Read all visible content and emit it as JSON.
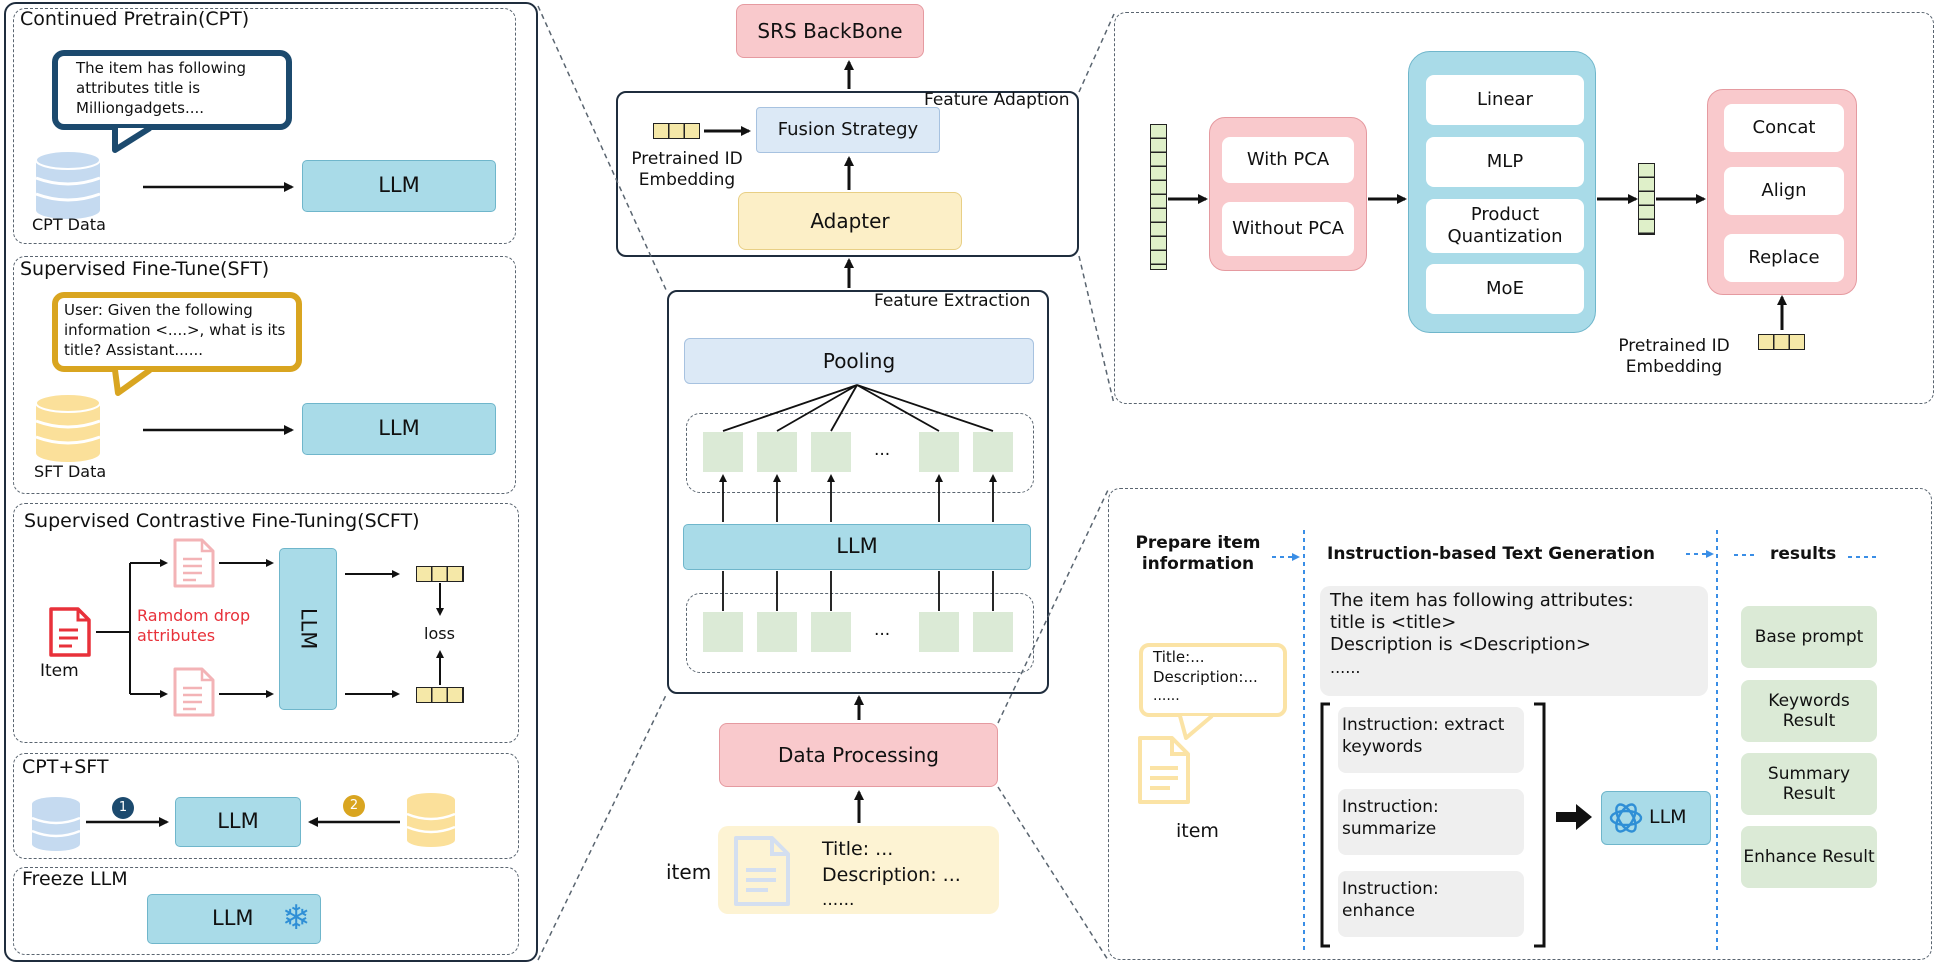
{
  "left": {
    "cpt": {
      "title": "Continued Pretrain(CPT)",
      "bubble": "The item has following attributes title is Milliongadgets....",
      "data_label": "CPT Data",
      "llm": "LLM"
    },
    "sft": {
      "title": "Supervised Fine-Tune(SFT)",
      "bubble": "User: Given the following information <....>, what is its title? Assistant......",
      "data_label": "SFT Data",
      "llm": "LLM"
    },
    "scft": {
      "title": "Supervised Contrastive Fine-Tuning(SCFT)",
      "item_label": "Item",
      "drop_label": "Ramdom drop attributes",
      "llm": "LLM",
      "loss": "loss"
    },
    "cptsft": {
      "title": "CPT+SFT",
      "llm": "LLM",
      "badge1": "1",
      "badge2": "2"
    },
    "freeze": {
      "title": "Freeze LLM",
      "llm": "LLM"
    }
  },
  "center": {
    "srs": "SRS BackBone",
    "adaption_title": "Feature Adaption",
    "fusion": "Fusion Strategy",
    "pretrained_id": "Pretrained ID Embedding",
    "adapter": "Adapter",
    "extraction_title": "Feature Extraction",
    "pooling": "Pooling",
    "llm": "LLM",
    "ellipsis": "...",
    "data_processing": "Data Processing",
    "item_label": "item",
    "item_title": "Title: ...",
    "item_desc": "Description: ...",
    "item_more": "......"
  },
  "top_right": {
    "pca": [
      "With PCA",
      "Without PCA"
    ],
    "adapters": [
      "Linear",
      "MLP",
      "Product Quantization",
      "MoE"
    ],
    "fusion": [
      "Concat",
      "Align",
      "Replace"
    ],
    "pretrained_id": "Pretrained ID Embedding"
  },
  "bottom_right": {
    "col1": "Prepare item information",
    "col2": "Instruction-based Text Generation",
    "col3": "results",
    "bubble": [
      "Title:...",
      "Description:...",
      "......"
    ],
    "item_label": "item",
    "template": [
      "The item has following attributes:",
      "title is <title>",
      "Description is <Description>",
      "......"
    ],
    "instructions": [
      "Instruction: extract keywords",
      "Instruction: summarize",
      "Instruction: enhance"
    ],
    "llm": "LLM",
    "results": [
      "Base prompt",
      "Keywords Result",
      "Summary Result",
      "Enhance Result"
    ]
  },
  "colors": {
    "llm_blue": "#a9dbe8",
    "pink": "#f9c9cc",
    "yellow": "#fcefc7",
    "green": "#dbead6",
    "dark_blue": "#1c4a6e",
    "gold": "#d9a520",
    "red": "#e8313a",
    "accent_blue": "#3a8ee6"
  },
  "icons": [
    "database-icon",
    "document-icon",
    "snowflake-icon",
    "openai-icon",
    "embedding-vector-icon"
  ]
}
